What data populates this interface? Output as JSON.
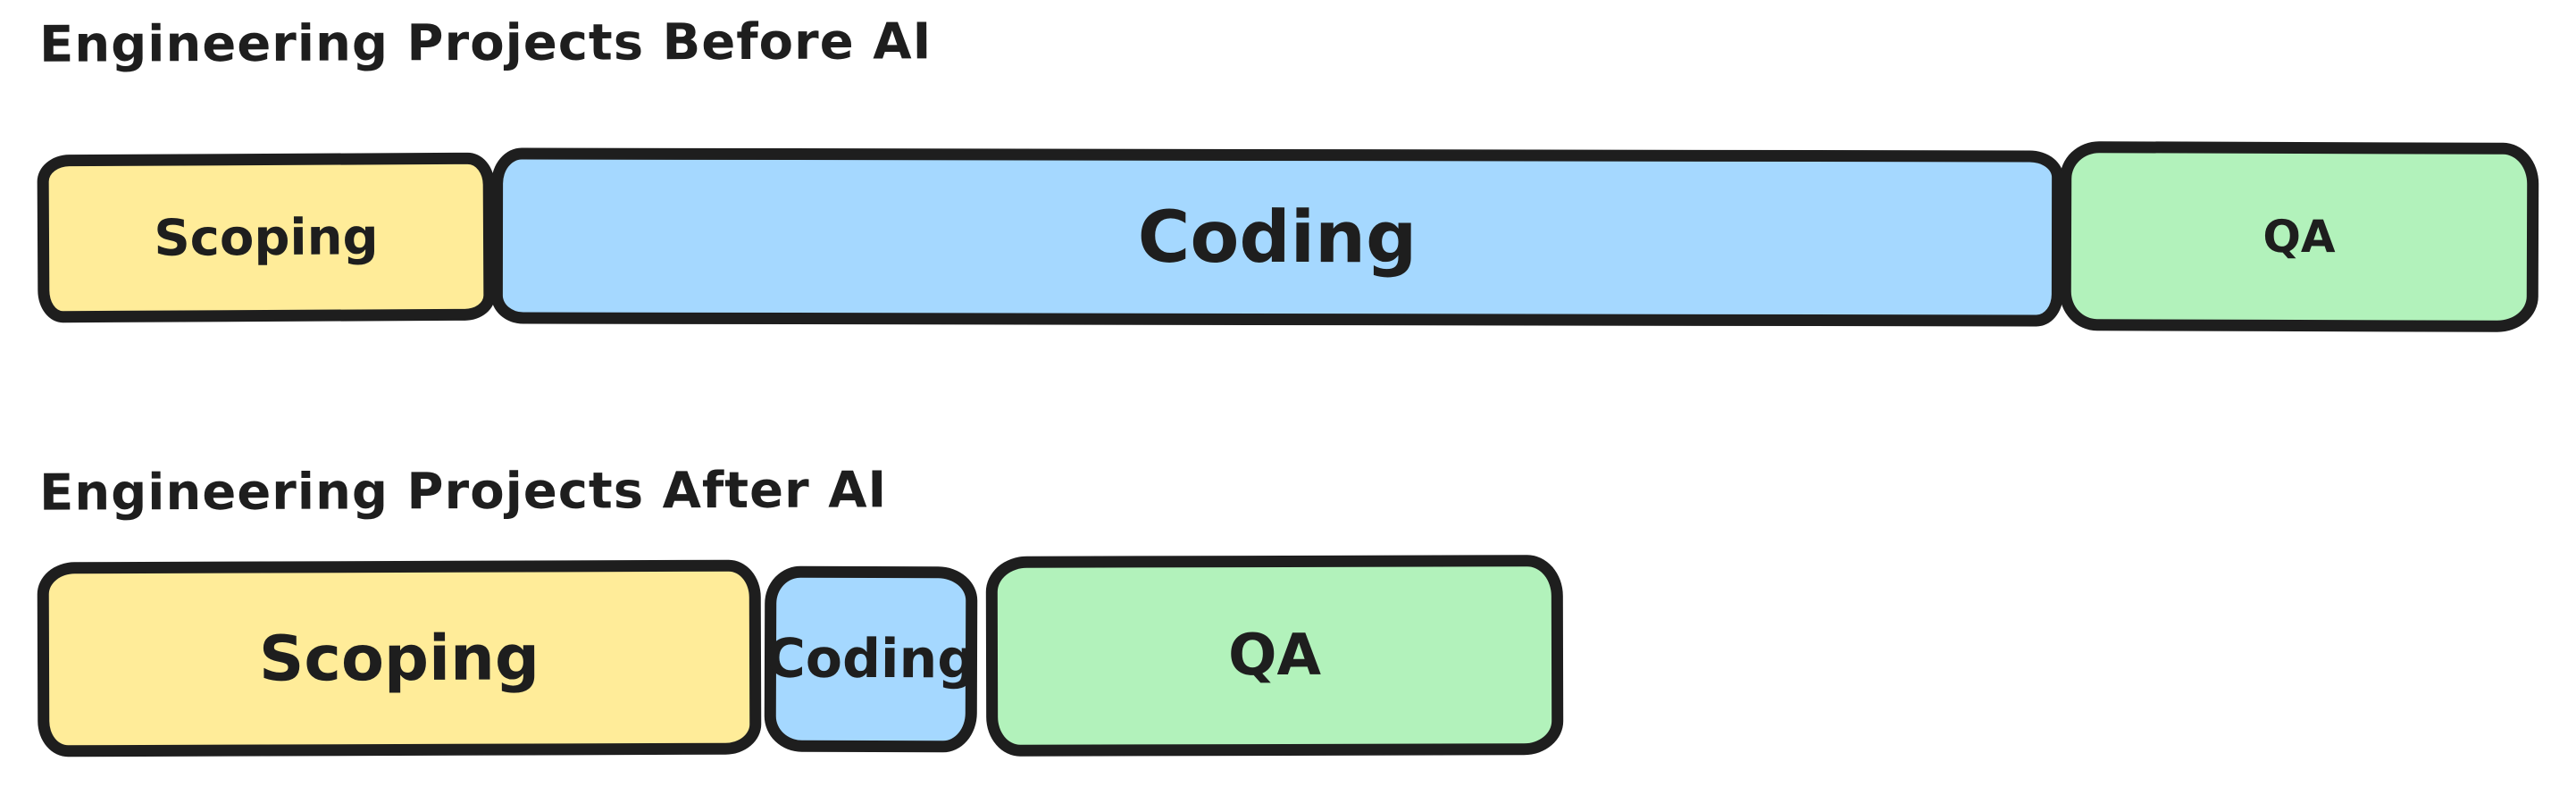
{
  "page": {
    "background": "#ffffff",
    "stroke_color": "#1e1e1e",
    "text_color": "#1e1e1e",
    "style": "hand-drawn whiteboard sketch"
  },
  "palette": {
    "scoping_fill": "#ffec99",
    "coding_fill": "#a5d8ff",
    "qa_fill": "#b2f2bb"
  },
  "diagram": {
    "type": "proportional-timeline-comparison",
    "before": {
      "title": "Engineering Projects Before AI",
      "segments": [
        {
          "label": "Scoping",
          "fill": "#ffec99",
          "width_frac": 0.18
        },
        {
          "label": "Coding",
          "fill": "#a5d8ff",
          "width_frac": 0.63
        },
        {
          "label": "QA",
          "fill": "#b2f2bb",
          "width_frac": 0.19
        }
      ]
    },
    "after": {
      "title": "Engineering Projects After AI",
      "segments": [
        {
          "label": "Scoping",
          "fill": "#ffec99",
          "width_frac": 0.29
        },
        {
          "label": "Coding",
          "fill": "#a5d8ff",
          "width_frac": 0.085
        },
        {
          "label": "QA",
          "fill": "#b2f2bb",
          "width_frac": 0.23
        }
      ]
    }
  }
}
